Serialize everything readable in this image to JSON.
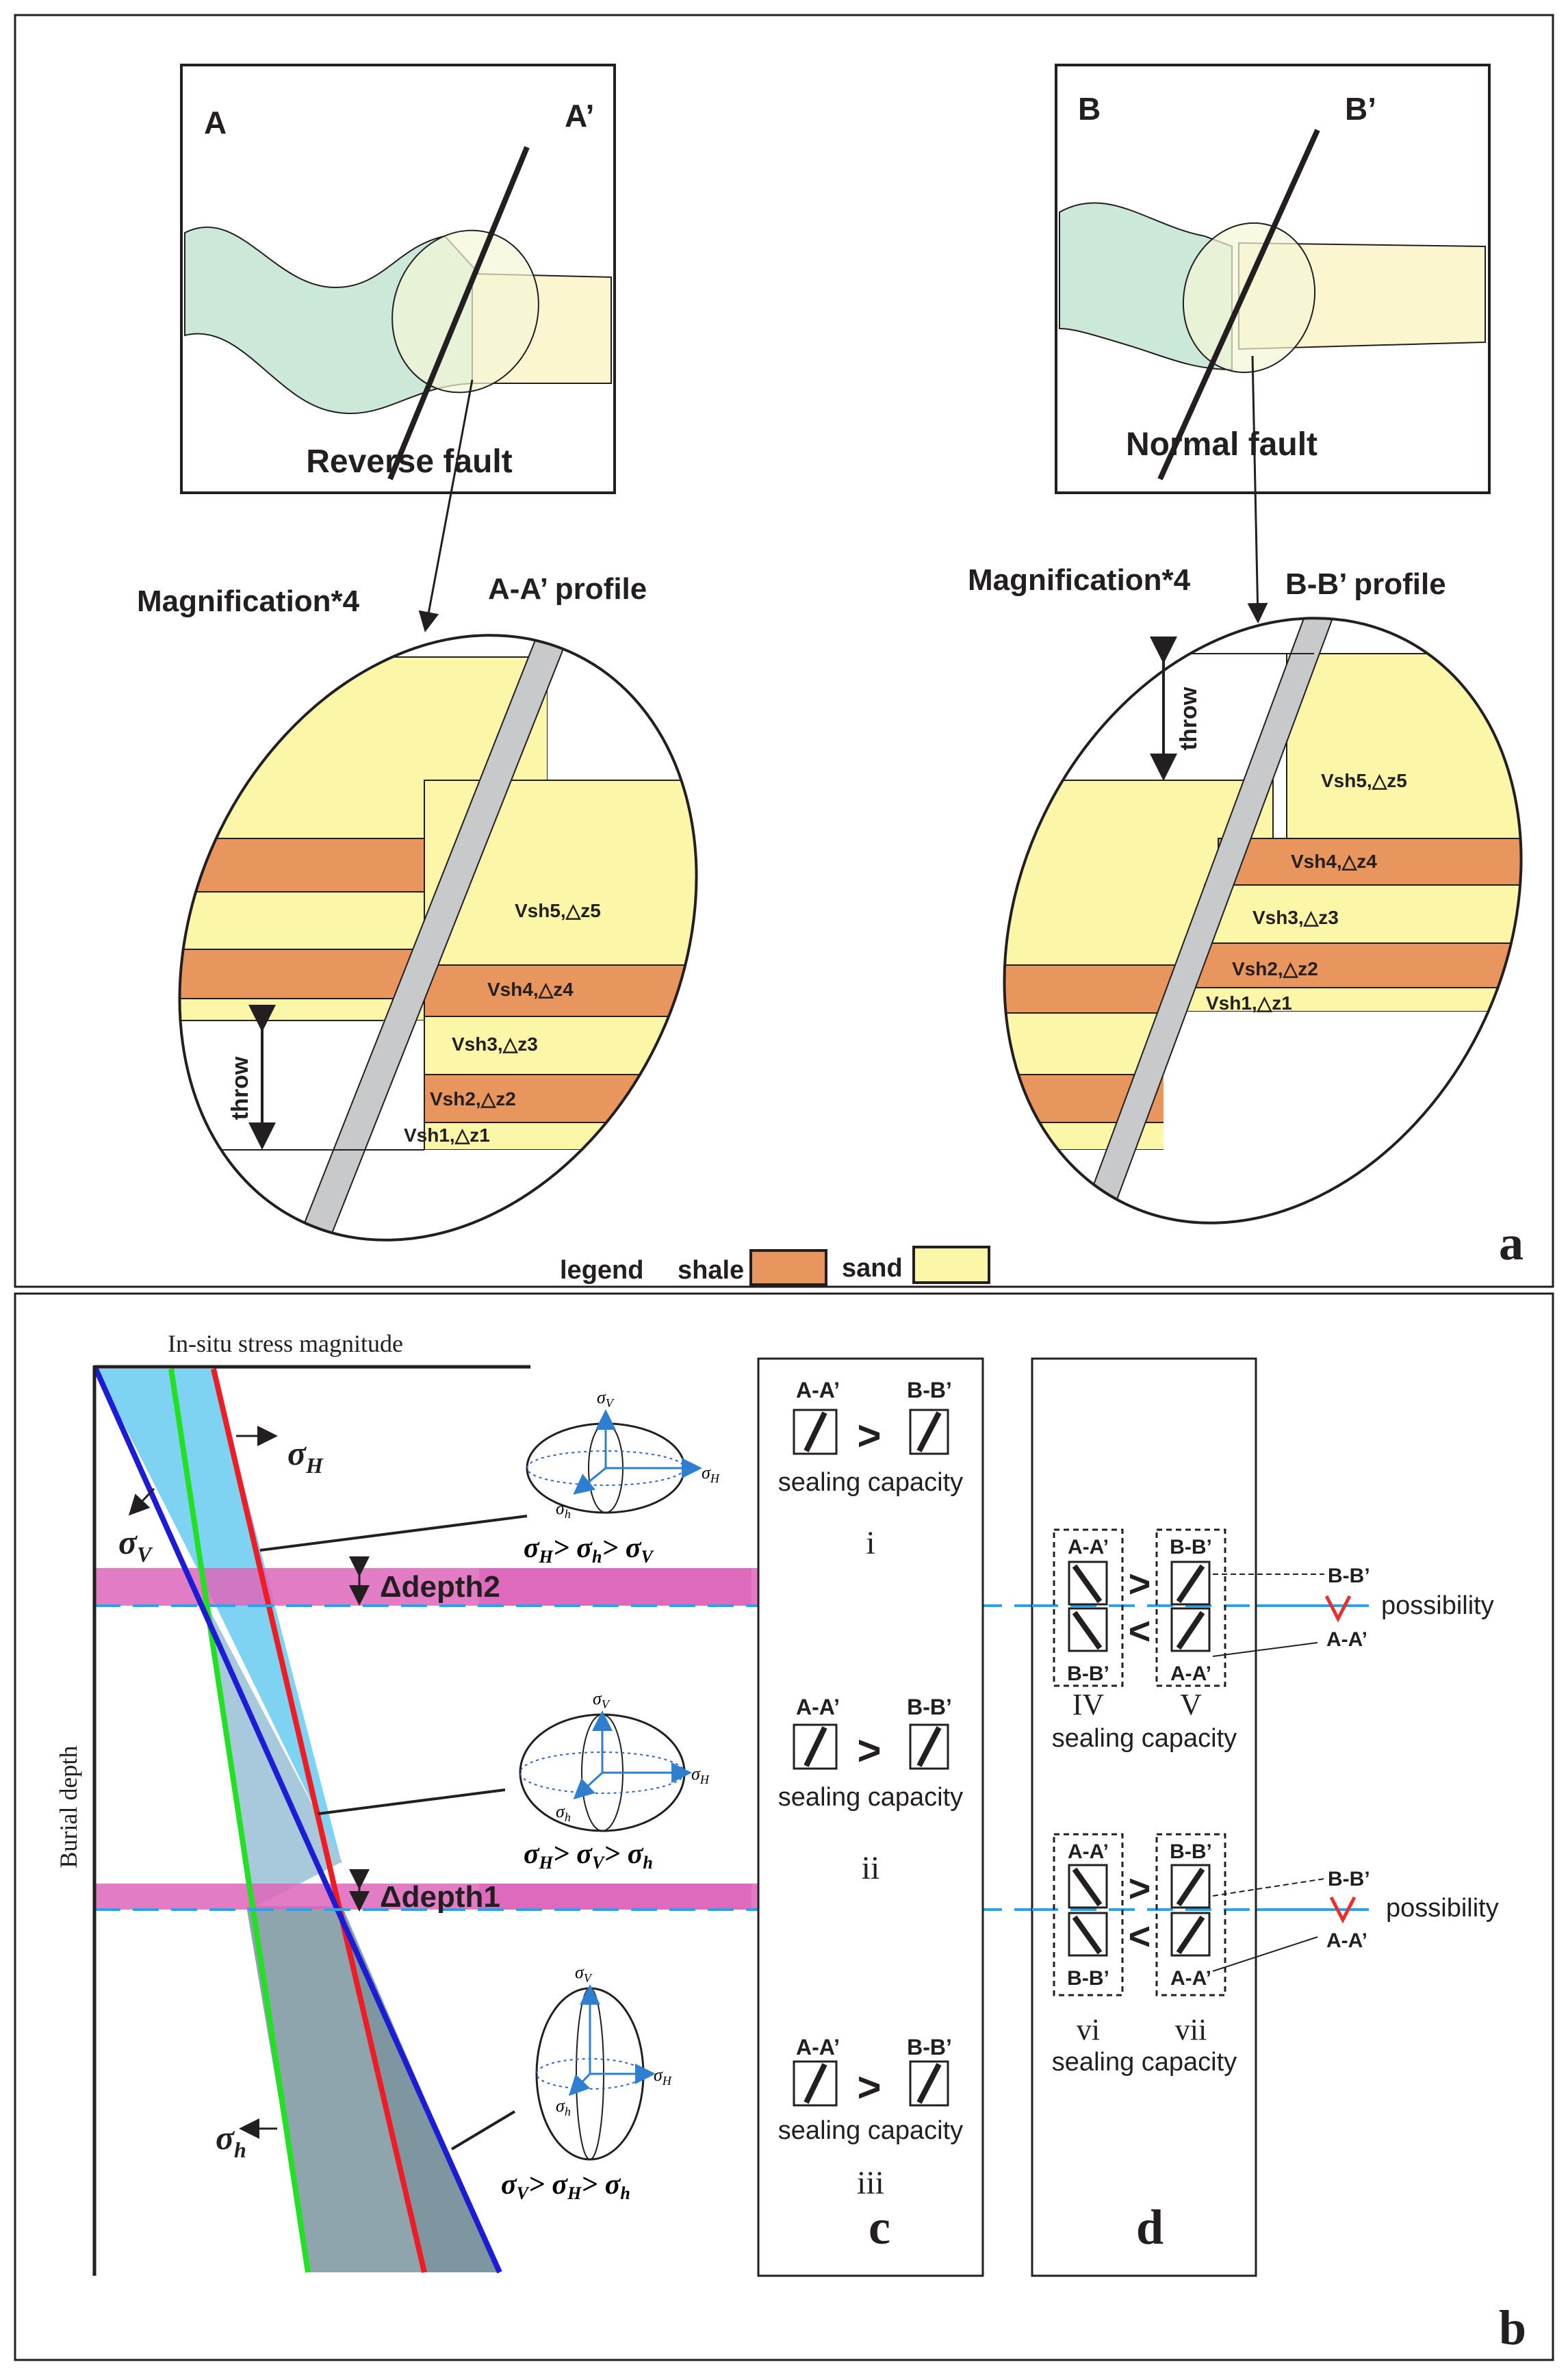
{
  "panel_a": {
    "letter": "a",
    "left_map": {
      "corner_left": "A",
      "corner_right": "A’",
      "fault_title": "Reverse fault"
    },
    "right_map": {
      "corner_left": "B",
      "corner_right": "B’",
      "fault_title": "Normal fault"
    },
    "left_profile": {
      "magnification": "Magnification*4",
      "profile_title": "A-A’ profile",
      "throw": "throw",
      "layers": [
        "Vsh5,△z5",
        "Vsh4,△z4",
        "Vsh3,△z3",
        "Vsh2,△z2",
        "Vsh1,△z1"
      ]
    },
    "right_profile": {
      "magnification": "Magnification*4",
      "profile_title": "B-B’ profile",
      "throw": "throw",
      "layers": [
        "Vsh5,△z5",
        "Vsh4,△z4",
        "Vsh3,△z3",
        "Vsh2,△z2",
        "Vsh1,△z1"
      ]
    },
    "legend": {
      "title": "legend",
      "shale": "shale",
      "sand": "sand"
    }
  },
  "panel_b": {
    "letter": "b",
    "x_axis_label": "In-situ stress magnitude",
    "y_axis_label": "Burial depth",
    "sigma_H": "H",
    "sigma_V": "V",
    "sigma_h": "h",
    "depth2": "Δdepth2",
    "depth1": "Δdepth1",
    "order1": {
      "a": "H",
      "b": "h",
      "c": "V"
    },
    "order2": {
      "a": "H",
      "b": "V",
      "c": "h"
    },
    "order3": {
      "a": "V",
      "b": "H",
      "c": "h"
    },
    "colors": {
      "sigma_H_line": "#ee1c24",
      "sigma_V_line": "#1c1cd6",
      "sigma_h_line": "#22e022",
      "depth_band": "#dd66bb",
      "dashed": "#2aa4e8"
    }
  },
  "panel_c": {
    "letter": "c",
    "rows": [
      {
        "left": "A-A’",
        "right": "B-B’",
        "op": ">",
        "caption": "sealing capacity",
        "roman": "i"
      },
      {
        "left": "A-A’",
        "right": "B-B’",
        "op": ">",
        "caption": "sealing capacity",
        "roman": "ii"
      },
      {
        "left": "A-A’",
        "right": "B-B’",
        "op": ">",
        "caption": "sealing capacity",
        "roman": "iii"
      }
    ]
  },
  "panel_d": {
    "letter": "d",
    "groups": [
      {
        "tl": "A-A’",
        "tr": "B-B’",
        "bl": "B-B’",
        "br": "A-A’",
        "op_top": ">",
        "op_bottom": "<",
        "roman_left": "IV",
        "roman_right": "V",
        "caption": "sealing capacity",
        "pointer_top": "B-B’",
        "pointer_bottom": "A-A’",
        "possibility": "possibility"
      },
      {
        "tl": "A-A’",
        "tr": "B-B’",
        "bl": "B-B’",
        "br": "A-A’",
        "op_top": ">",
        "op_bottom": "<",
        "roman_left": "vi",
        "roman_right": "vii",
        "caption": "sealing capacity",
        "pointer_top": "B-B’",
        "pointer_bottom": "A-A’",
        "possibility": "possibility"
      }
    ]
  },
  "colors": {
    "shale": "#e8955e",
    "sand": "#fcf6a8",
    "green": "#cbe8d8",
    "fault_zone": "#c8c9ca",
    "deep_fill": "#8fa5ae"
  }
}
